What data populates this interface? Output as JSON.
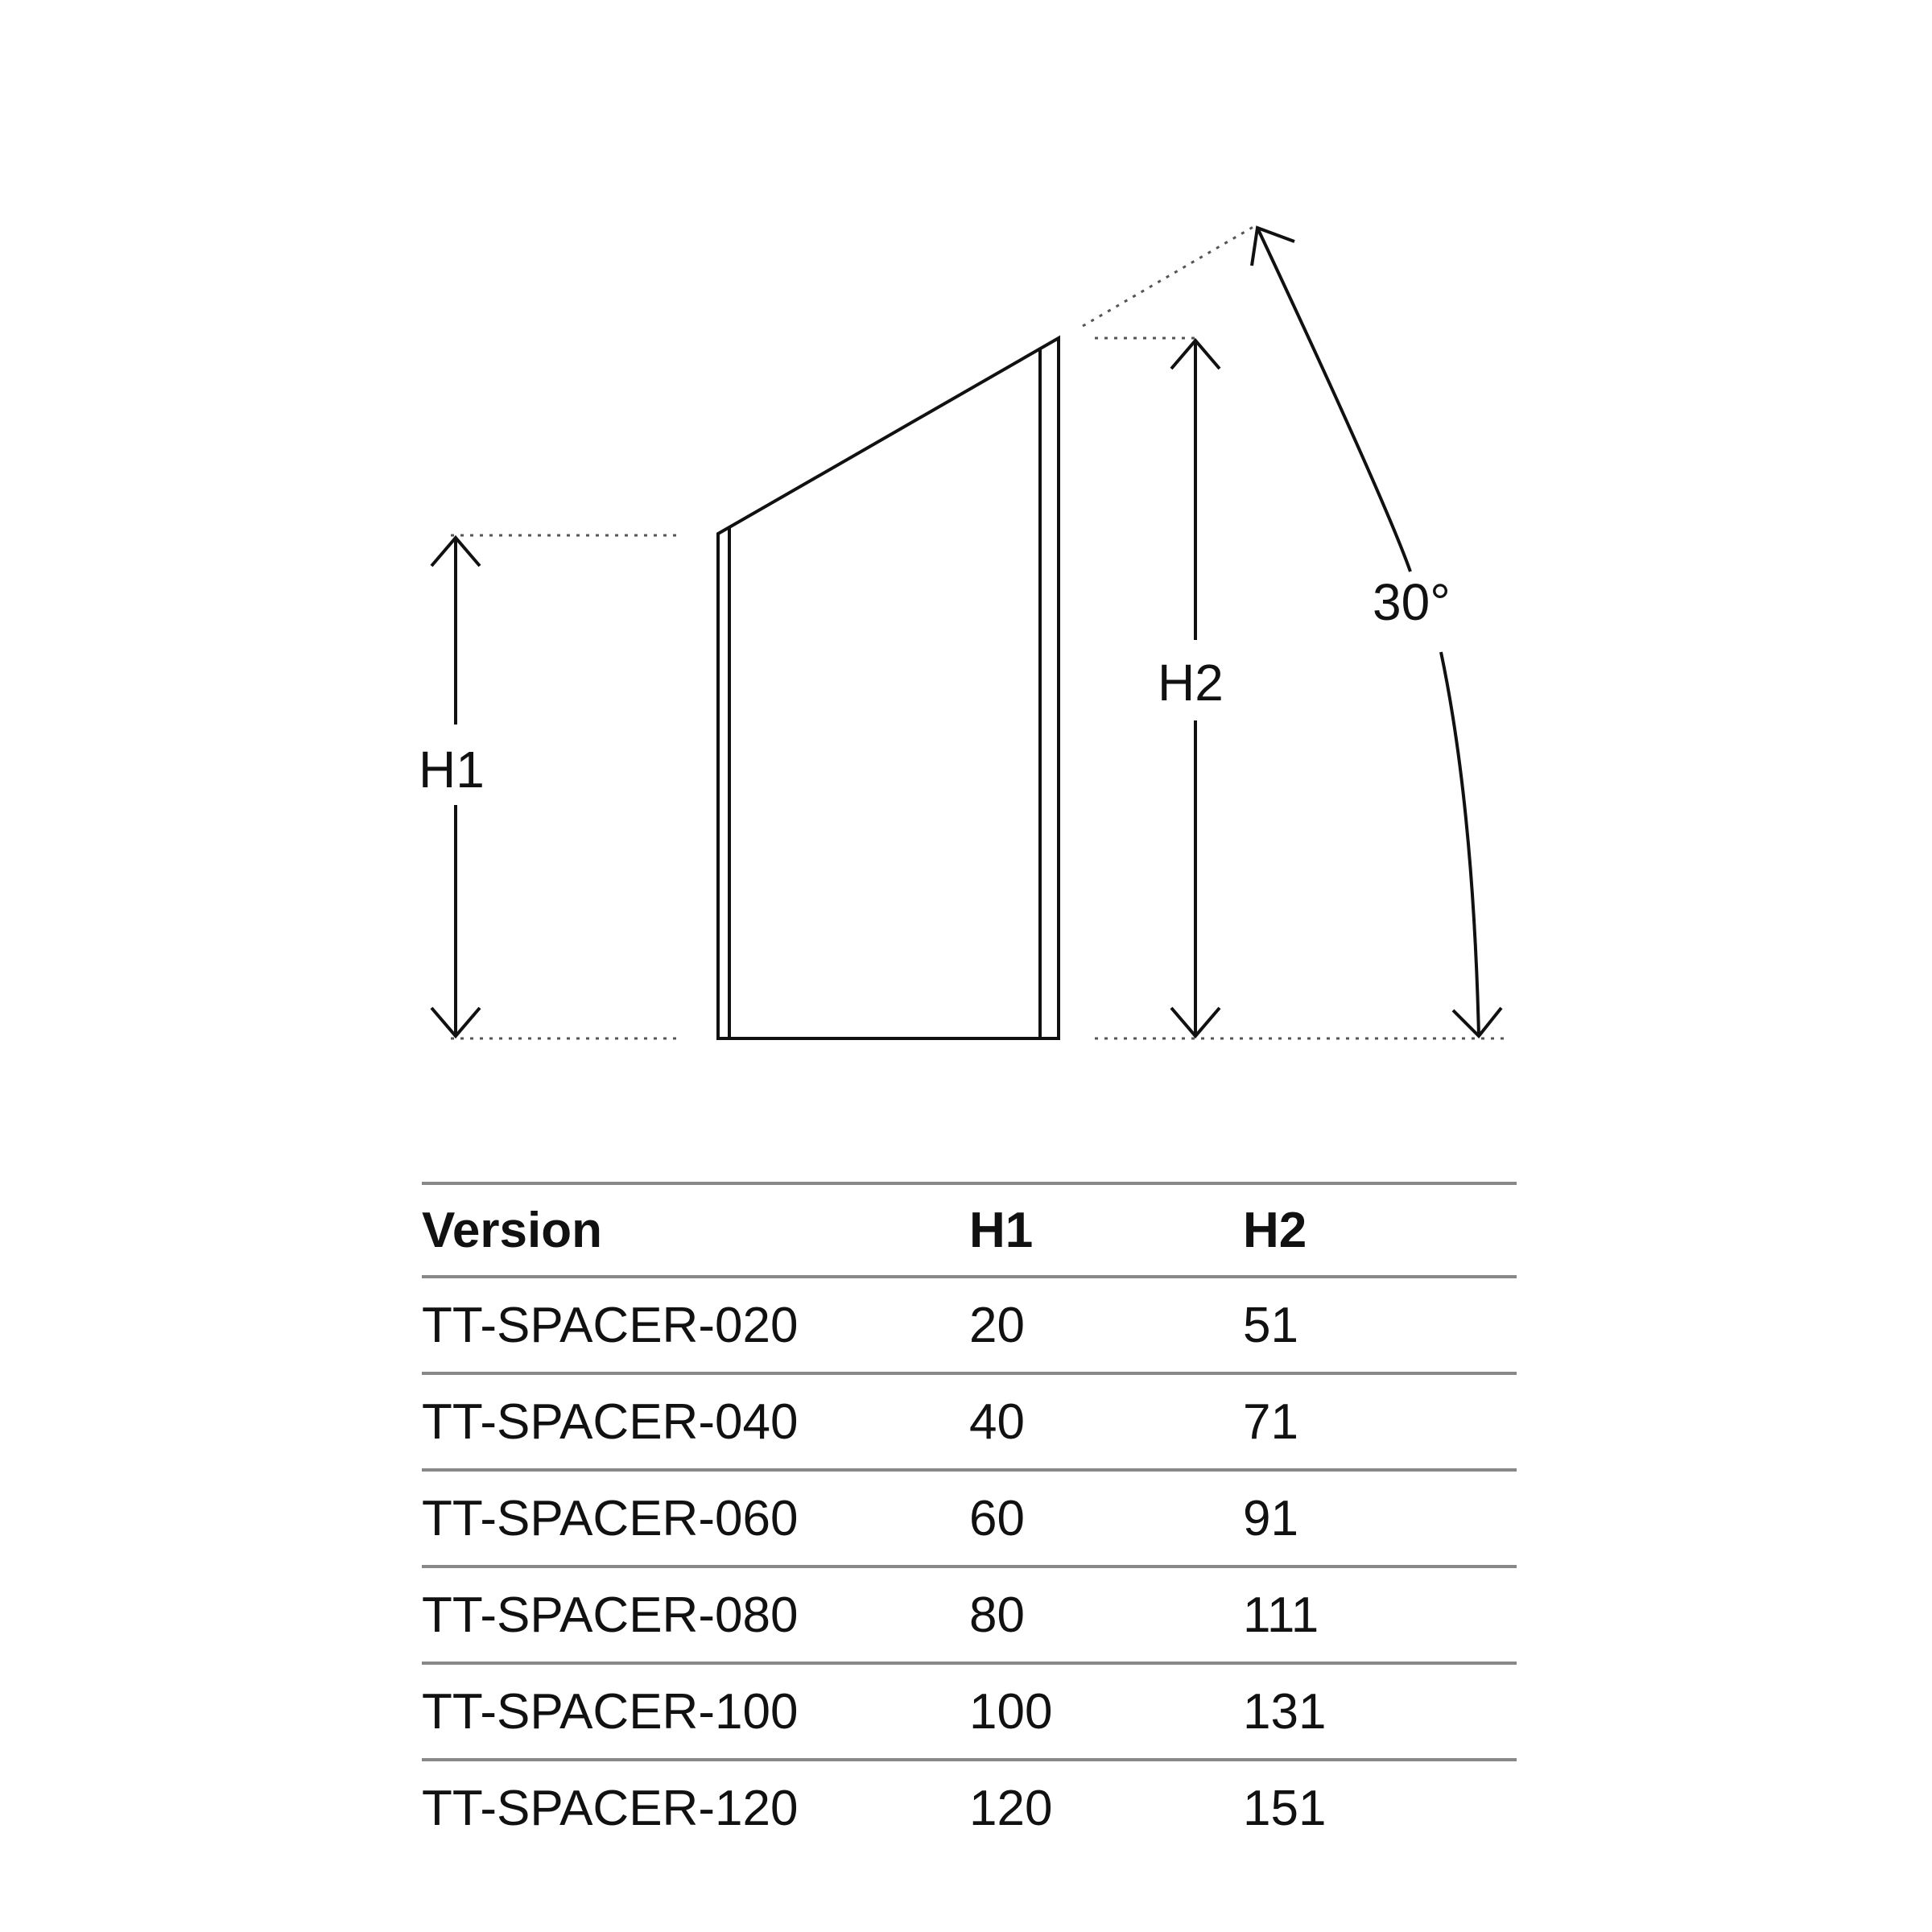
{
  "diagram": {
    "labels": {
      "h1": "H1",
      "h2": "H2",
      "angle": "30°"
    },
    "line_color": "#111111",
    "dotted_color": "#555555"
  },
  "table": {
    "headers": [
      "Version",
      "H1",
      "H2"
    ],
    "rows": [
      [
        "TT-SPACER-020",
        "20",
        "51"
      ],
      [
        "TT-SPACER-040",
        "40",
        "71"
      ],
      [
        "TT-SPACER-060",
        "60",
        "91"
      ],
      [
        "TT-SPACER-080",
        "80",
        "111"
      ],
      [
        "TT-SPACER-100",
        "100",
        "131"
      ],
      [
        "TT-SPACER-120",
        "120",
        "151"
      ]
    ],
    "rule_color": "#888888"
  }
}
